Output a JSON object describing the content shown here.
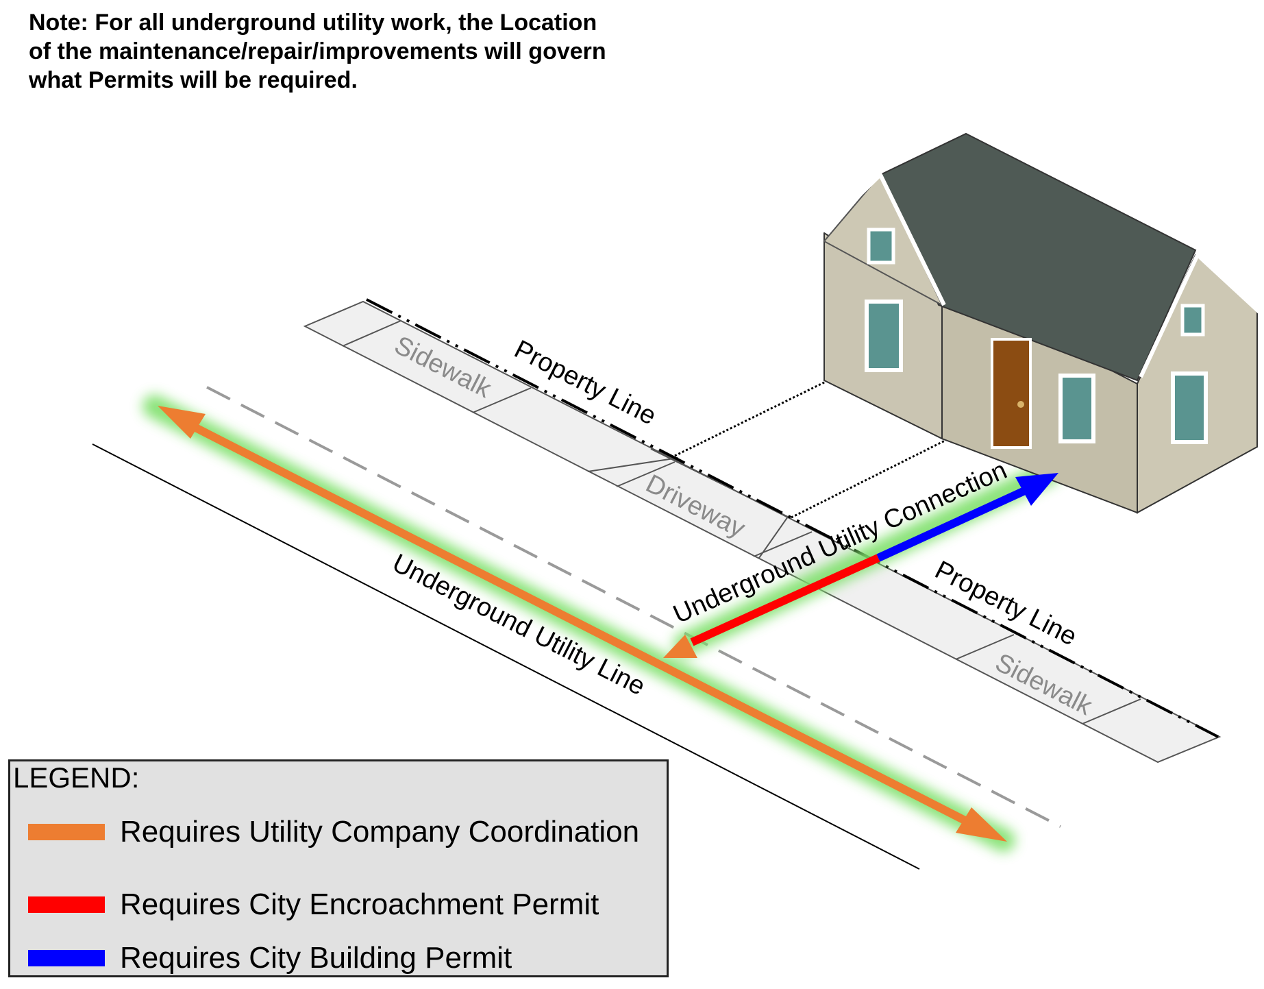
{
  "note": {
    "lines": [
      "Note: For all underground utility work, the Location",
      "of the maintenance/repair/improvements will govern",
      "what Permits will be required."
    ]
  },
  "labels": {
    "property_line_top": "Property Line",
    "property_line_right": "Property Line",
    "sidewalk_top": "Sidewalk",
    "sidewalk_right": "Sidewalk",
    "driveway": "Driveway",
    "underground_utility_line": "Underground Utility Line",
    "underground_utility_connection": "Underground Utility Connection"
  },
  "legend": {
    "title": "LEGEND:",
    "items": [
      {
        "label": "Requires Utility Company Coordination",
        "color": "#ed7d31"
      },
      {
        "label": "Requires City Encroachment Permit",
        "color": "#ff0000"
      },
      {
        "label": "Requires City Building Permit",
        "color": "#0000ff"
      }
    ]
  },
  "colors": {
    "glow": "#7ee06a",
    "sidewalk": "#f0f0f0",
    "roof": "#4e5a55",
    "siding": "#c9c4b0",
    "door": "#8b4c12",
    "window": "#5a9490"
  }
}
